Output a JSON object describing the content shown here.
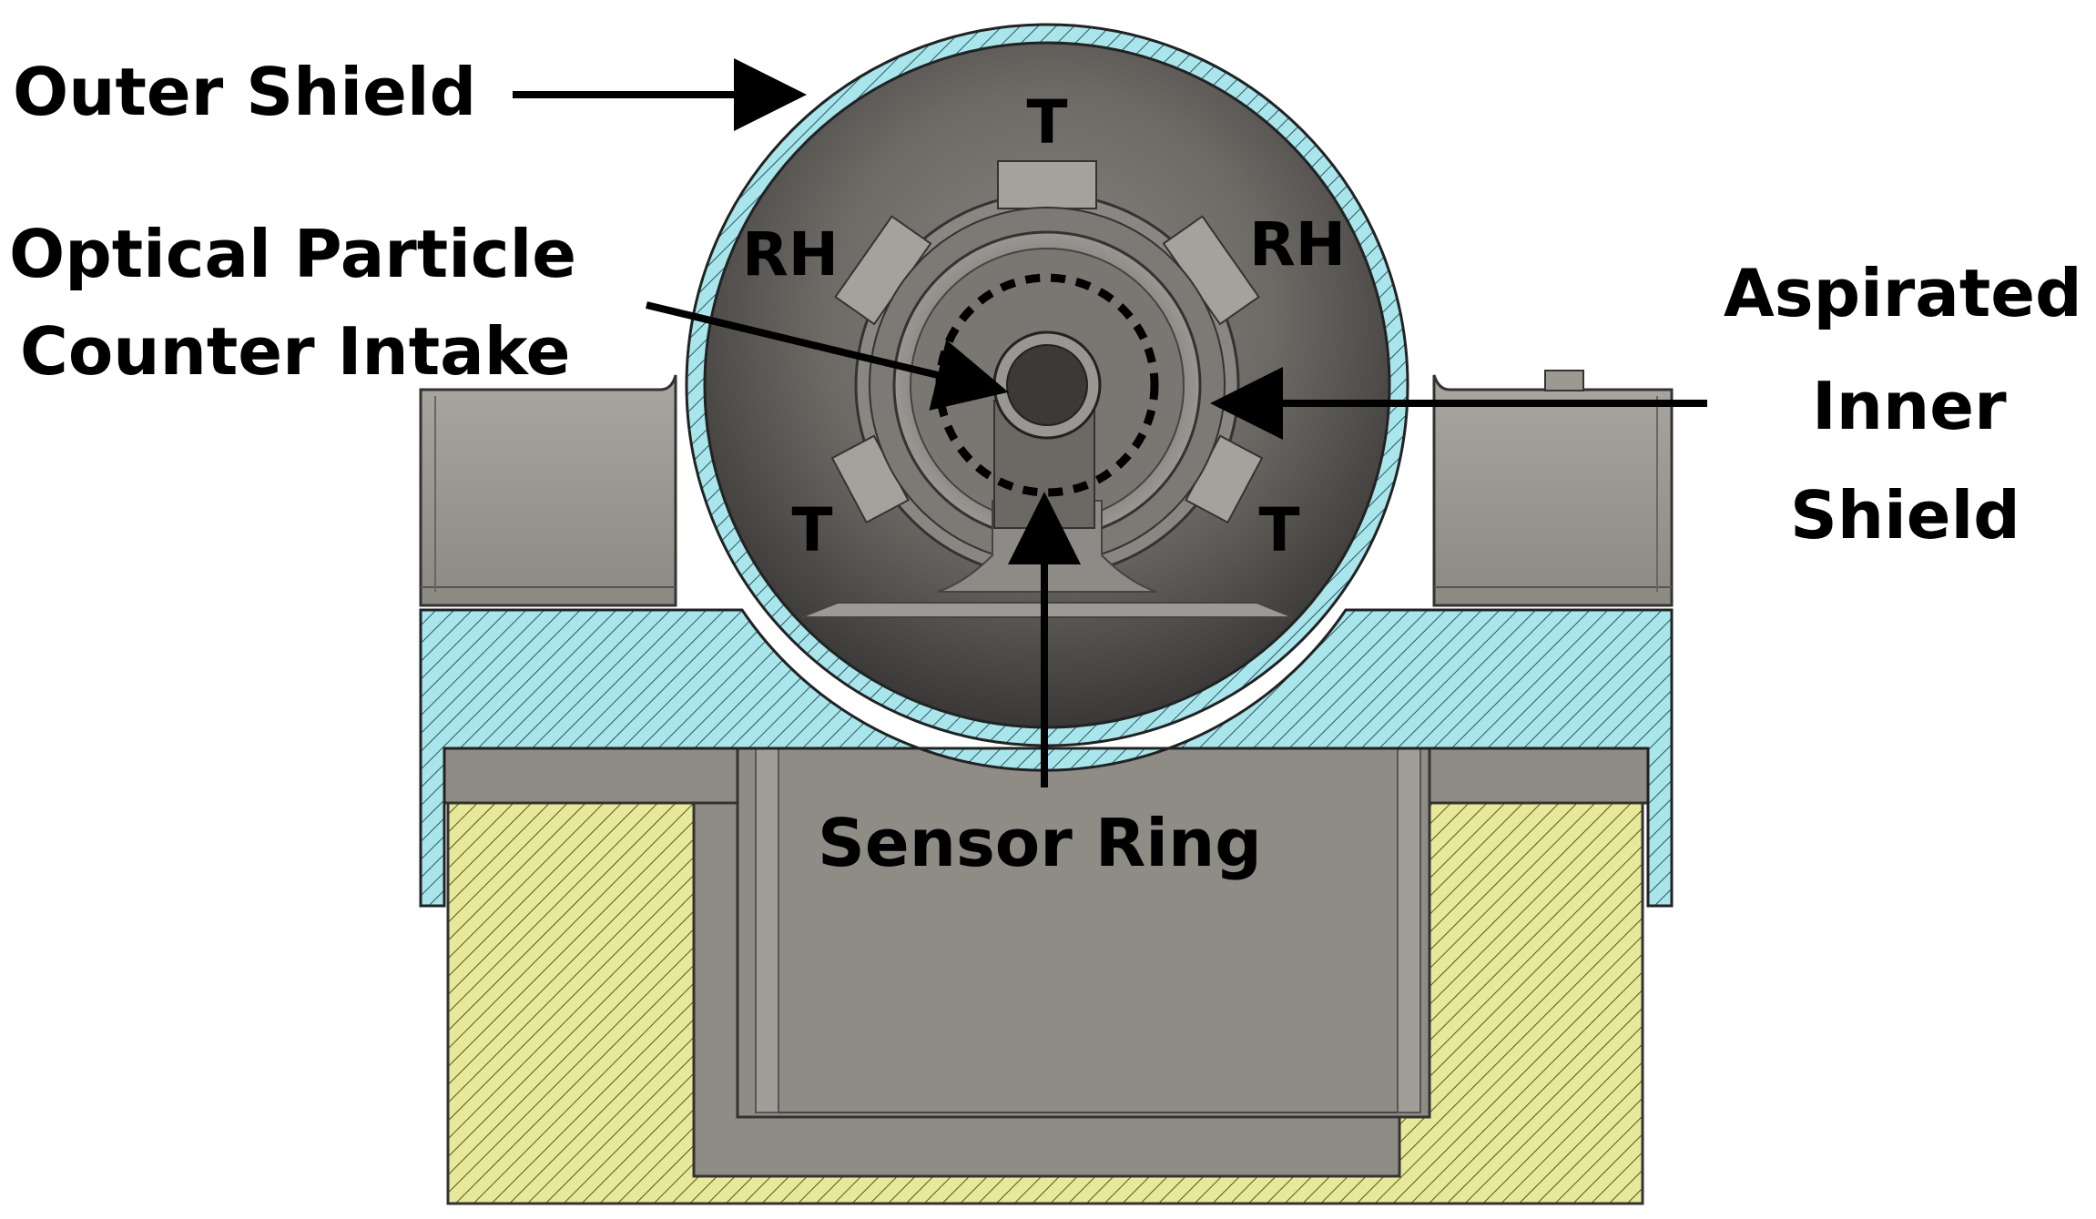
{
  "callouts": {
    "outer_shield": "Outer Shield",
    "opc_line1": "Optical Particle",
    "opc_line2": "Counter Intake",
    "aspirated_line1": "Aspirated",
    "aspirated_line2": "Inner",
    "aspirated_line3": "Shield",
    "sensor_ring": "Sensor Ring"
  },
  "port_labels": {
    "top": "T",
    "upper_left": "RH",
    "upper_right": "RH",
    "lower_left": "T",
    "lower_right": "T"
  },
  "colors": {
    "shield_section": "#a8e6ec",
    "mount_section": "#e8e89a",
    "housing_gray": "#8f8c86",
    "interior_dark": "#4a4846",
    "arrow": "#000000"
  }
}
